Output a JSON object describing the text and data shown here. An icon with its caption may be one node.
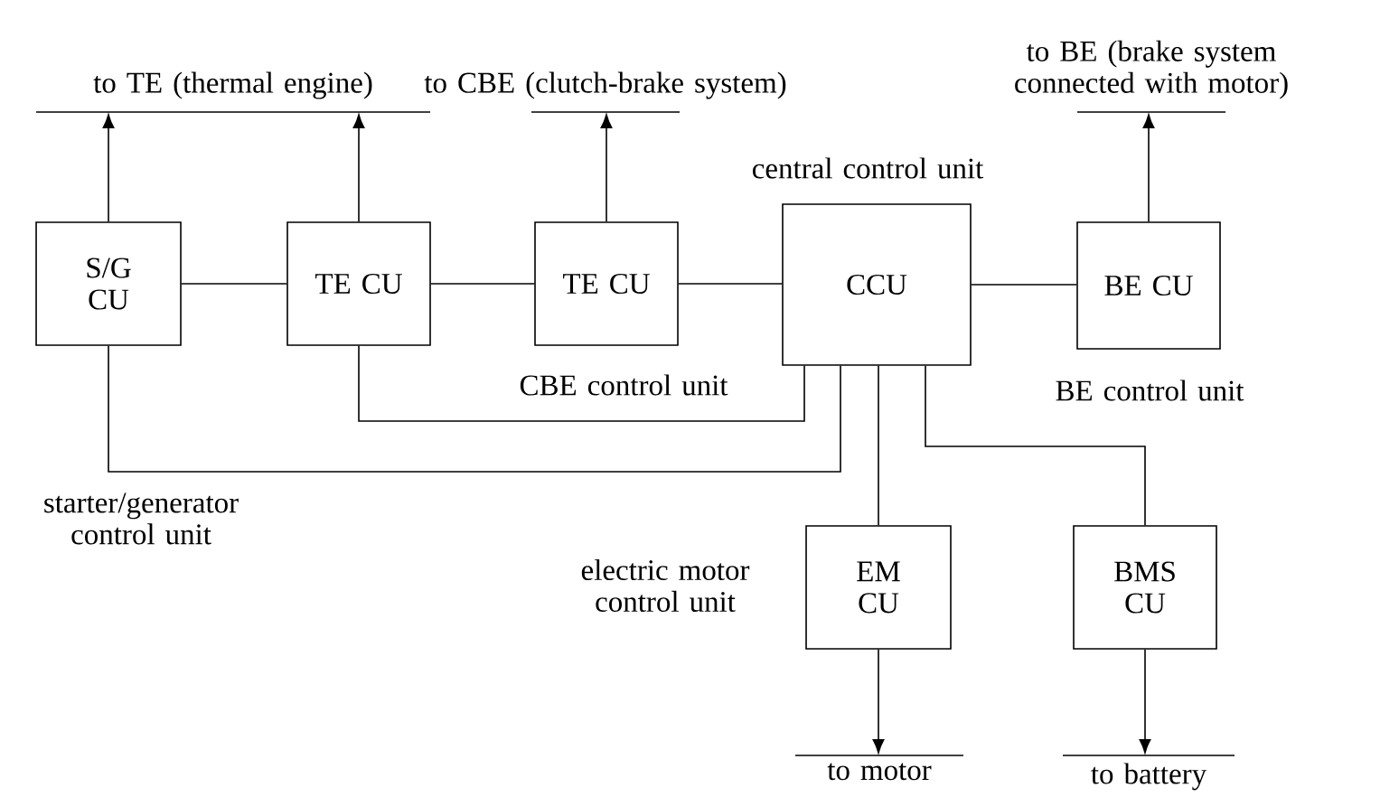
{
  "diagram": {
    "nodes": [
      {
        "text": [
          "S/G CU"
        ]
      },
      {
        "text": [
          "TE CU"
        ]
      },
      {
        "text": [
          "TE CU"
        ],
        "beside": [
          "CBE control unit"
        ]
      },
      {
        "text": [
          "CCU"
        ],
        "beside": [
          "central control unit"
        ]
      },
      {
        "text": [
          "BE CU"
        ],
        "beside": [
          "BE control unit"
        ]
      },
      {
        "text": [
          "EM CU"
        ],
        "beside": [
          "electric motor control unit"
        ]
      },
      {
        "text": [
          "BMS CU"
        ]
      },
      {
        "text": [
          "to TE (thermal engine)"
        ]
      },
      {
        "text": [
          "to CBE (clutch-brake system)"
        ]
      },
      {
        "text": [
          "to BE (brake system connected with motor)"
        ]
      },
      {
        "text": [
          "to motor"
        ]
      },
      {
        "text": [
          "to battery"
        ]
      }
    ],
    "edges": [
      {
        "from": 0,
        "to": 7,
        "arrow": "to"
      },
      {
        "from": 1,
        "to": 7,
        "arrow": "to"
      },
      {
        "from": 2,
        "to": 8,
        "arrow": "to"
      },
      {
        "from": 4,
        "to": 9,
        "arrow": "to"
      },
      {
        "from": 5,
        "to": 10,
        "arrow": "to"
      },
      {
        "from": 6,
        "to": 11,
        "arrow": "to"
      },
      {
        "from": 0,
        "to": 1,
        "arrow": "none"
      },
      {
        "from": 1,
        "to": 2,
        "arrow": "none"
      },
      {
        "from": 2,
        "to": 3,
        "arrow": "none"
      },
      {
        "from": 3,
        "to": 4,
        "arrow": "none"
      },
      {
        "from": 1,
        "to": 3,
        "arrow": "none"
      },
      {
        "from": 0,
        "to": 3,
        "arrow": "none"
      },
      {
        "from": 3,
        "to": 5,
        "arrow": "none"
      },
      {
        "from": 3,
        "to": 6,
        "arrow": "none"
      }
    ],
    "labels": [
      "starter/generator control unit"
    ]
  }
}
